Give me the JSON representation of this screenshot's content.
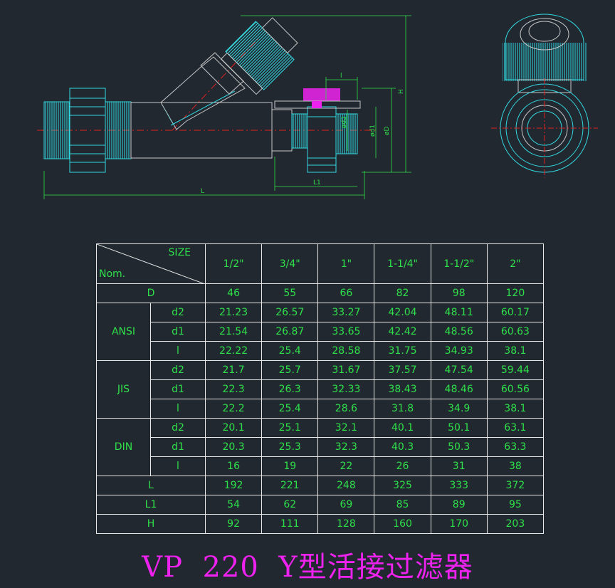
{
  "title": "VP  220  Y型活接过滤器",
  "drawing": {
    "dim_labels": {
      "L": "L",
      "L1": "L1",
      "H": "H",
      "l": "l",
      "D": "øD",
      "d1": "ød1",
      "d2": "ød2"
    }
  },
  "table": {
    "corner": {
      "size": "SIZE",
      "nom": "Nom."
    },
    "sizes": [
      "1/2\"",
      "3/4\"",
      "1\"",
      "1-1/4\"",
      "1-1/2\"",
      "2\""
    ],
    "rows": [
      {
        "group": "",
        "label": "D",
        "values": [
          "46",
          "55",
          "66",
          "82",
          "98",
          "120"
        ]
      },
      {
        "group": "ANSI",
        "label": "d2",
        "values": [
          "21.23",
          "26.57",
          "33.27",
          "42.04",
          "48.11",
          "60.17"
        ]
      },
      {
        "group": "ANSI",
        "label": "d1",
        "values": [
          "21.54",
          "26.87",
          "33.65",
          "42.42",
          "48.56",
          "60.63"
        ]
      },
      {
        "group": "ANSI",
        "label": "l",
        "values": [
          "22.22",
          "25.4",
          "28.58",
          "31.75",
          "34.93",
          "38.1"
        ]
      },
      {
        "group": "JIS",
        "label": "d2",
        "values": [
          "21.7",
          "25.7",
          "31.67",
          "37.57",
          "47.54",
          "59.44"
        ]
      },
      {
        "group": "JIS",
        "label": "d1",
        "values": [
          "22.3",
          "26.3",
          "32.33",
          "38.43",
          "48.46",
          "60.56"
        ]
      },
      {
        "group": "JIS",
        "label": "l",
        "values": [
          "22.2",
          "25.4",
          "28.6",
          "31.8",
          "34.9",
          "38.1"
        ]
      },
      {
        "group": "DIN",
        "label": "d2",
        "values": [
          "20.1",
          "25.1",
          "32.1",
          "40.1",
          "50.1",
          "63.1"
        ]
      },
      {
        "group": "DIN",
        "label": "d1",
        "values": [
          "20.3",
          "25.3",
          "32.3",
          "40.3",
          "50.3",
          "63.3"
        ]
      },
      {
        "group": "DIN",
        "label": "l",
        "values": [
          "16",
          "19",
          "22",
          "26",
          "31",
          "38"
        ]
      },
      {
        "group": "",
        "label": "L",
        "values": [
          "192",
          "221",
          "248",
          "325",
          "333",
          "372"
        ]
      },
      {
        "group": "",
        "label": "L1",
        "values": [
          "54",
          "62",
          "69",
          "85",
          "89",
          "95"
        ]
      },
      {
        "group": "",
        "label": "H",
        "values": [
          "92",
          "111",
          "128",
          "160",
          "170",
          "203"
        ]
      }
    ]
  },
  "colors": {
    "background": "#212830",
    "outline_cyan": "#33d8e0",
    "dim_green": "#2fe04a",
    "center_red": "#e02020",
    "accent_magenta": "#ee22ee",
    "body_grey": "#c8c8c8"
  }
}
